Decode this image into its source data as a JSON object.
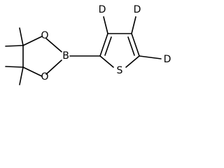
{
  "molecule": {
    "atoms": {
      "o_top": "O",
      "o_bottom": "O",
      "boron": "B",
      "sulfur": "S",
      "deuterium_c3": "D",
      "deuterium_c4": "D",
      "deuterium_c5": "D"
    },
    "colors": {
      "bond": "#000000",
      "label": "#000000",
      "background": "#ffffff"
    }
  }
}
